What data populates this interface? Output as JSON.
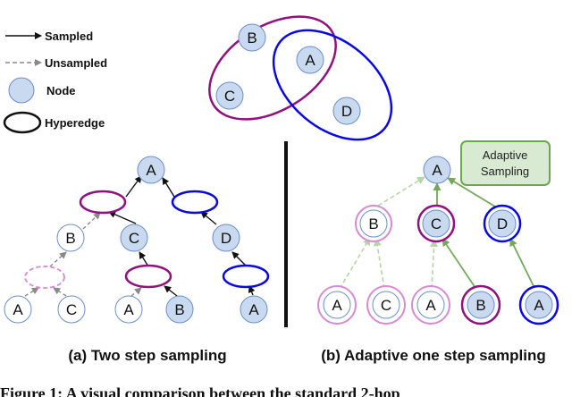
{
  "legend": {
    "sampled": "Sampled",
    "unsampled": "Unsampled",
    "node": "Node",
    "hyperedge": "Hyperedge"
  },
  "top": {
    "nodes": [
      "B",
      "A",
      "C",
      "D"
    ]
  },
  "left": {
    "root": "A",
    "level1": [
      "B",
      "C",
      "D"
    ],
    "level2": [
      "A",
      "C",
      "A",
      "B",
      "A"
    ]
  },
  "right": {
    "root": "A",
    "level1": [
      "B",
      "C",
      "D"
    ],
    "level2": [
      "A",
      "C",
      "A",
      "B",
      "A"
    ],
    "box": [
      "Adaptive",
      "Sampling"
    ]
  },
  "captions": {
    "a": "(a) Two step sampling",
    "b": "(b) Adaptive one step sampling",
    "figure": "Figure 1: A visual comparison between the standard 2-hop"
  },
  "colors": {
    "node_fill": "#c9daf0",
    "node_stroke": "#6a8fc9",
    "purple": "#92117f",
    "blue": "#0a0ae0",
    "pink": "#d78bd1",
    "green": "#74a85a",
    "light_green": "#b7d6a8",
    "box_fill": "#d9ead3",
    "box_stroke": "#6aa84f"
  }
}
